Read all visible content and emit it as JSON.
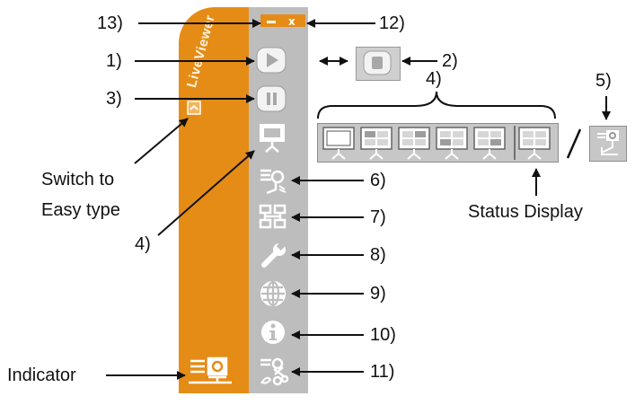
{
  "callouts": {
    "c1": "1)",
    "c2": "2)",
    "c3": "3)",
    "c4_top": "4)",
    "c4_side": "4)",
    "c5": "5)",
    "c6": "6)",
    "c7": "7)",
    "c8": "8)",
    "c9": "9)",
    "c10": "10)",
    "c11": "11)",
    "c12": "12)",
    "c13": "13)"
  },
  "labels": {
    "switch_line1": "Switch to",
    "switch_line2": "Easy type",
    "status_display": "Status Display",
    "indicator": "Indicator",
    "brand": "LiveViewer"
  },
  "colors": {
    "accent_orange": "#e58c16",
    "panel_gray": "#bdbdbd",
    "icon_light": "#f3f3f3"
  },
  "icons": [
    "play-icon",
    "stop-icon",
    "pause-icon",
    "display-mode-icon",
    "projector-select-icon",
    "network-icon",
    "settings-wrench-icon",
    "globe-icon",
    "info-icon",
    "disconnect-icon",
    "indicator-icon"
  ]
}
